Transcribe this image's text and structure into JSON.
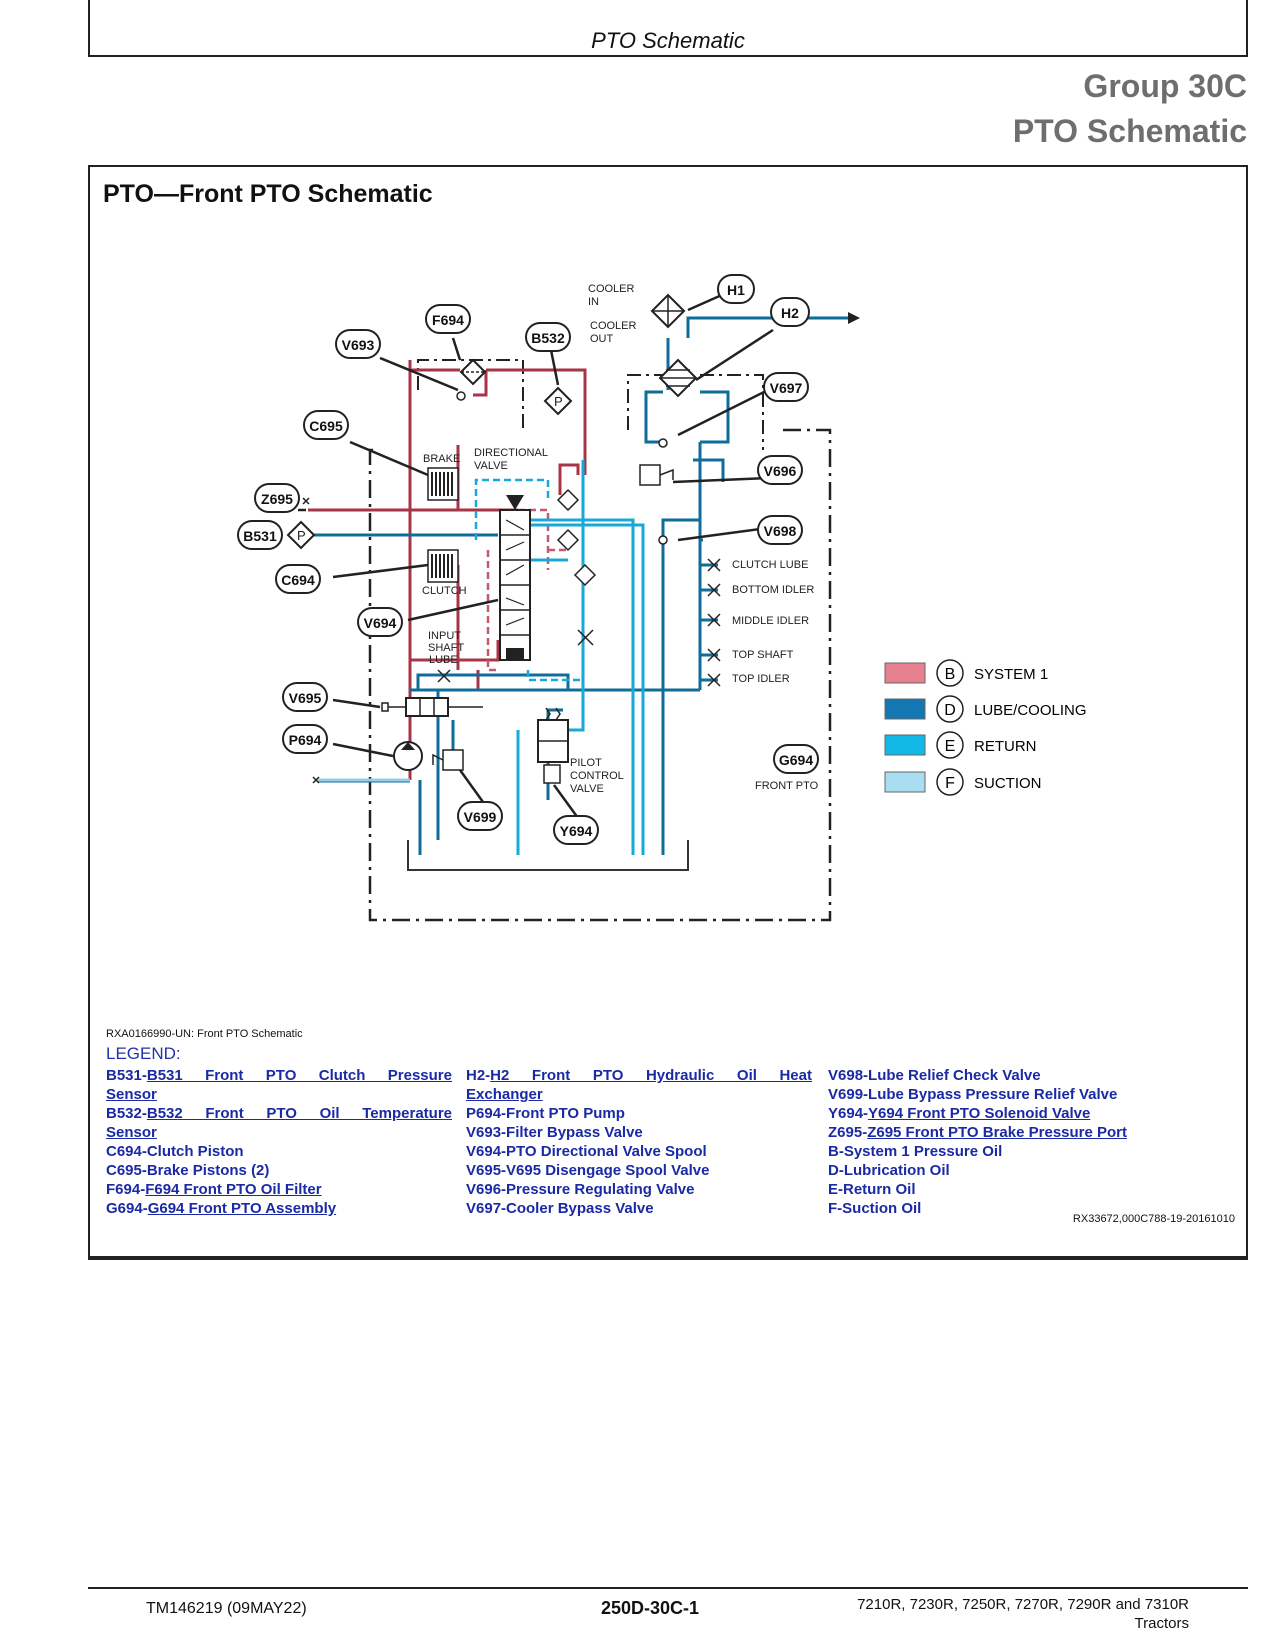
{
  "header": {
    "running_title": "PTO Schematic"
  },
  "group": {
    "number": "Group 30C",
    "title": "PTO Schematic"
  },
  "section": {
    "title": "PTO—Front PTO Schematic"
  },
  "schematic": {
    "components": {
      "H1": "H1",
      "H2": "H2",
      "F694": "F694",
      "B532": "B532",
      "V693": "V693",
      "V697": "V697",
      "C695": "C695",
      "V696": "V696",
      "Z695": "Z695",
      "B531": "B531",
      "V698": "V698",
      "C694": "C694",
      "V694": "V694",
      "V695": "V695",
      "P694": "P694",
      "G694": "G694",
      "V699": "V699",
      "Y694": "Y694"
    },
    "labels": {
      "cooler_in_1": "COOLER",
      "cooler_in_2": "IN",
      "cooler_out_1": "COOLER",
      "cooler_out_2": "OUT",
      "directional_1": "DIRECTIONAL",
      "directional_2": "VALVE",
      "brake": "BRAKE",
      "clutch": "CLUTCH",
      "input_1": "INPUT",
      "input_2": "SHAFT",
      "input_3": "LUBE",
      "clutch_lube": "CLUTCH LUBE",
      "bottom_idler": "BOTTOM IDLER",
      "middle_idler": "MIDDLE IDLER",
      "top_shaft": "TOP SHAFT",
      "top_idler": "TOP IDLER",
      "pilot_1": "PILOT",
      "pilot_2": "CONTROL",
      "pilot_3": "VALVE",
      "front_pto": "FRONT PTO",
      "pressure_symbol": "P"
    },
    "key": [
      {
        "letter": "B",
        "label": "SYSTEM 1",
        "color": "#e8818f"
      },
      {
        "letter": "D",
        "label": "LUBE/COOLING",
        "color": "#1377b4"
      },
      {
        "letter": "E",
        "label": "RETURN",
        "color": "#12b8e6"
      },
      {
        "letter": "F",
        "label": "SUCTION",
        "color": "#a9def2"
      }
    ],
    "line_colors": {
      "system": "#a83447",
      "lube": "#0f6d99",
      "return": "#19a9d8",
      "suction": "#98cfe8"
    }
  },
  "figure_id": "RXA0166990-UN: Front PTO Schematic",
  "legend": {
    "heading": "LEGEND:",
    "col1": {
      "b531_code": "B531-",
      "b531_a": "B531 Front PTO Clutch Pressure",
      "b531_b": "Sensor",
      "b532_code": "B532-",
      "b532_a": "B532 Front PTO Oil Temperature",
      "b532_b": "Sensor",
      "c694": "C694-Clutch Piston",
      "c695": "C695-Brake Pistons (2)",
      "f694_code": "F694-",
      "f694": "F694 Front PTO Oil Filter",
      "g694_code": "G694-",
      "g694": "G694 Front PTO Assembly"
    },
    "col2": {
      "h2_code": "H2-",
      "h2_a": "H2 Front PTO Hydraulic Oil Heat",
      "h2_b": "Exchanger",
      "p694": "P694-Front PTO Pump",
      "v693": "V693-Filter Bypass Valve",
      "v694": "V694-PTO Directional Valve Spool",
      "v695": "V695-V695 Disengage Spool Valve",
      "v696": "V696-Pressure Regulating Valve",
      "v697": "V697-Cooler Bypass Valve"
    },
    "col3": {
      "v698": "V698-Lube Relief Check Valve",
      "v699": "V699-Lube Bypass Pressure Relief Valve",
      "y694_code": "Y694-",
      "y694": "Y694 Front PTO Solenoid Valve",
      "z695_code": "Z695-",
      "z695": "Z695 Front PTO Brake Pressure Port",
      "b": "B-System 1 Pressure Oil",
      "d": "D-Lubrication Oil",
      "e": "E-Return Oil",
      "f": "F-Suction Oil"
    }
  },
  "doc_ref": "RX33672,000C788-19-20161010",
  "footer": {
    "manual": "TM146219 (09MAY22)",
    "page": "250D-30C-1",
    "models": "7210R, 7230R, 7250R, 7270R, 7290R and 7310R",
    "models_2": "Tractors"
  }
}
